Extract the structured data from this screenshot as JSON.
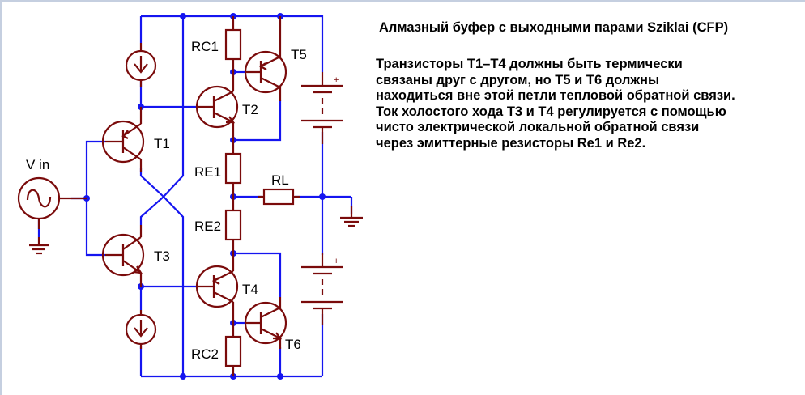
{
  "title": "Алмазный буфер с выходными парами Sziklai (CFP)",
  "description_lines": [
    " Транзисторы T1–T4 должны быть термически",
    "связаны друг с другом, но T5 и T6 должны",
    "находиться вне этой петли тепловой обратной связи.",
    "Ток холостого хода T3 и T4 регулируется с помощью",
    "чисто электрической локальной обратной связи",
    "через эмиттерные резисторы Re1 и Re2."
  ],
  "schematic": {
    "source_label": "V in",
    "transistors": [
      "T1",
      "T2",
      "T3",
      "T4",
      "T5",
      "T6"
    ],
    "resistors": [
      "RC1",
      "RE1",
      "RE2",
      "RC2",
      "RL"
    ],
    "battery_polarity": "+",
    "colors": {
      "wire": "#1515f0",
      "component": "#7a0b0b",
      "background": "#ffffff",
      "frame": "#c5cfe0"
    }
  }
}
